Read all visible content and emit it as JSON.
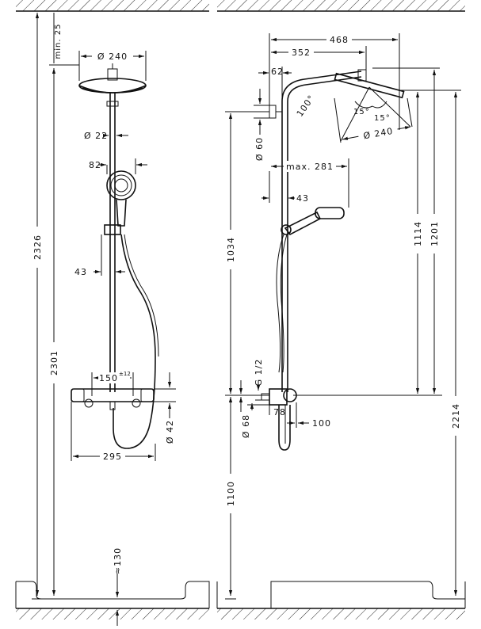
{
  "front_view": {
    "dims": {
      "min_25": "min. 25",
      "dia_240": "Ø 240",
      "dia_22": "Ø 22",
      "d82": "82",
      "d43": "43",
      "d2326": "2326",
      "d2301": "2301",
      "d150": "150",
      "tol_12": "±12",
      "dia_42": "Ø 42",
      "d295": "295",
      "approx_130": "≈130"
    }
  },
  "side_view": {
    "dims": {
      "d468": "468",
      "d352": "352",
      "d62": "62",
      "angle_100": "100°",
      "angle_15a": "15°",
      "angle_15b": "15°",
      "dia_240": "Ø 240",
      "dia_60": "Ø 60",
      "max_281": "max. 281",
      "d43": "43",
      "d1034": "1034",
      "d1114": "1114",
      "d1201": "1201",
      "g12": "G 1/2",
      "dia_68": "Ø 68",
      "d78": "78",
      "d100": "100",
      "d2214": "2214",
      "d1100": "1100"
    }
  }
}
